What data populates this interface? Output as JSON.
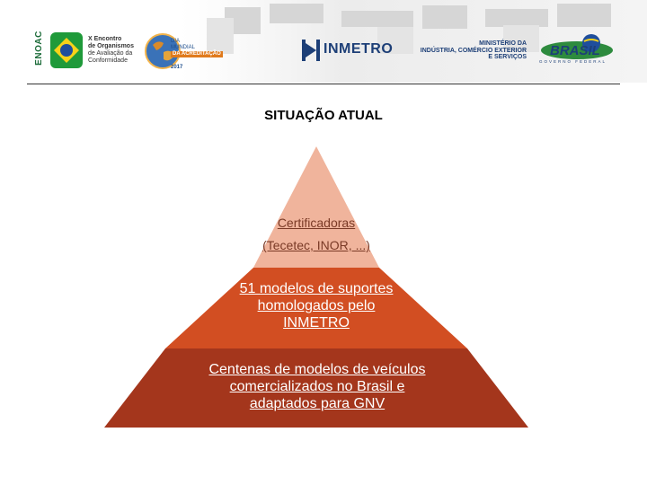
{
  "header": {
    "enoac": "ENOAC",
    "encontro_lines": [
      "X Encontro",
      "de Organismos",
      "de Avaliação da",
      "Conformidade"
    ],
    "dia_lines": [
      "DIA",
      "MUNDIAL",
      "DA ACREDITAÇÃO"
    ],
    "dia_year": "2017",
    "inmetro": "INMETRO",
    "ministerio_lines": [
      "MINISTÉRIO DA",
      "INDÚSTRIA, COMÉRCIO EXTERIOR",
      "E SERVIÇOS"
    ],
    "brasil": "BRASIL",
    "governo_federal": "GOVERNO FEDERAL"
  },
  "title": "SITUAÇÃO ATUAL",
  "pyramid": {
    "tiers": [
      {
        "lines": [
          "Certificadoras",
          "(Tecetec, INOR, ...)"
        ],
        "color": "#f0b49c"
      },
      {
        "lines": [
          "51 modelos de suportes",
          "homologados pelo",
          "INMETRO"
        ],
        "color": "#d24e22"
      },
      {
        "lines": [
          "Centenas de modelos de veículos",
          "comercializados no Brasil e",
          "adaptados para GNV"
        ],
        "color": "#a4361c"
      }
    ]
  }
}
